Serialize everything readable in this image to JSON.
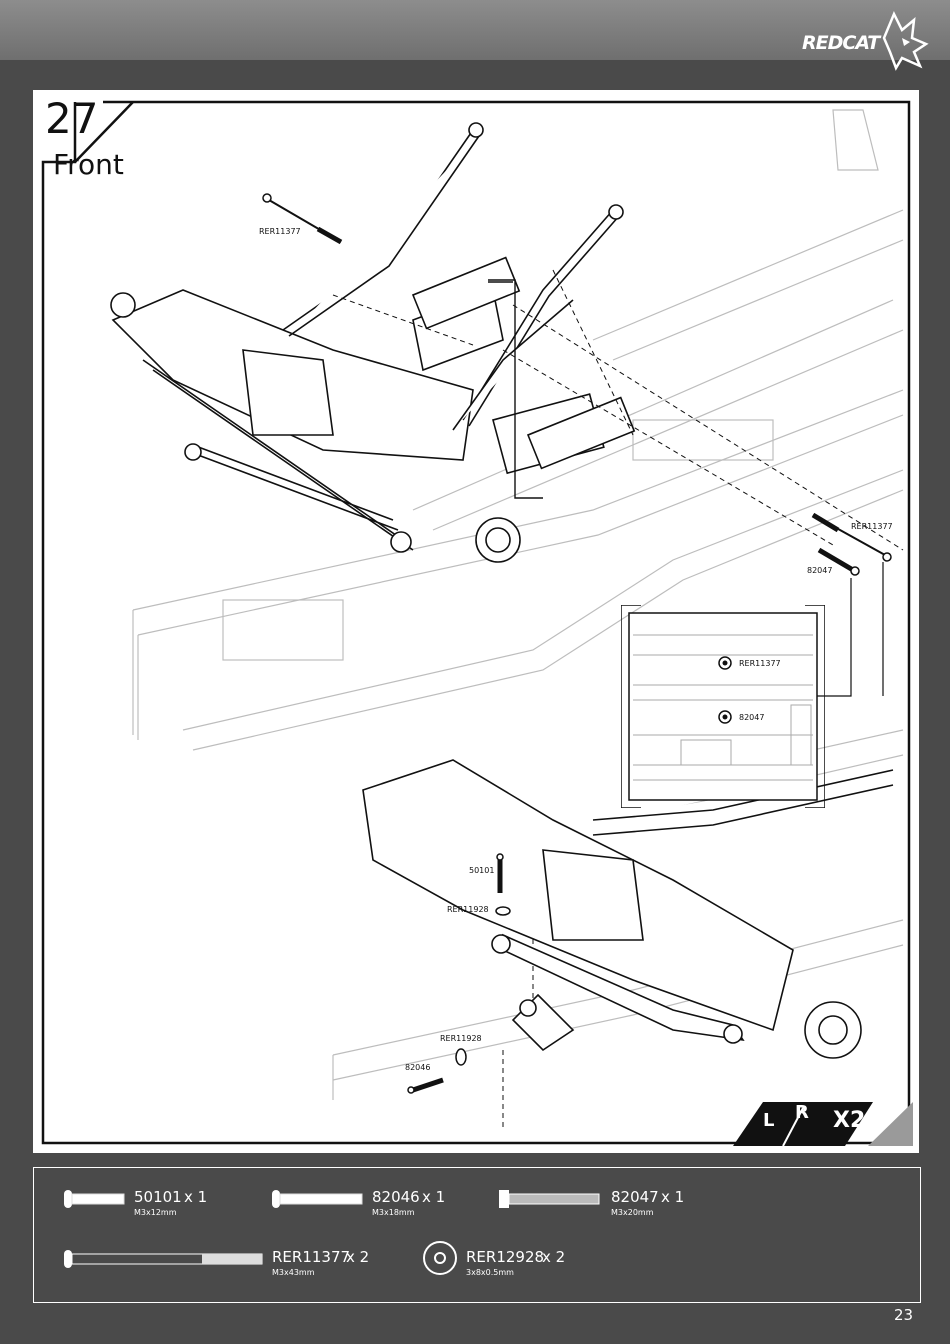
{
  "brand": "REDCAT",
  "step": {
    "number": "27",
    "title": "Front"
  },
  "callouts": {
    "rer11377_a": "RER11377",
    "rer11377_b": "RER11377",
    "c82047": "82047",
    "inset_rer11377": "RER11377",
    "inset_82047": "82047",
    "c50101": "50101",
    "rer11928_a": "RER11928",
    "rer11928_b": "RER11928",
    "c82046": "82046"
  },
  "badge": {
    "left": "L",
    "right": "R",
    "multiplier": "X2"
  },
  "parts": [
    {
      "code": "50101",
      "qty": "x 1",
      "size": "M3x12mm",
      "icon": "screw-short-icon"
    },
    {
      "code": "82046",
      "qty": "x 1",
      "size": "M3x18mm",
      "icon": "screw-medium-icon"
    },
    {
      "code": "82047",
      "qty": "x 1",
      "size": "M3x20mm",
      "icon": "screw-long-icon"
    },
    {
      "code": "RER11377",
      "qty": "x 2",
      "size": "M3x43mm",
      "icon": "screw-extra-long-icon"
    },
    {
      "code": "RER12928",
      "qty": "x 2",
      "size": "3x8x0.5mm",
      "icon": "washer-icon"
    }
  ],
  "page_number": "23"
}
